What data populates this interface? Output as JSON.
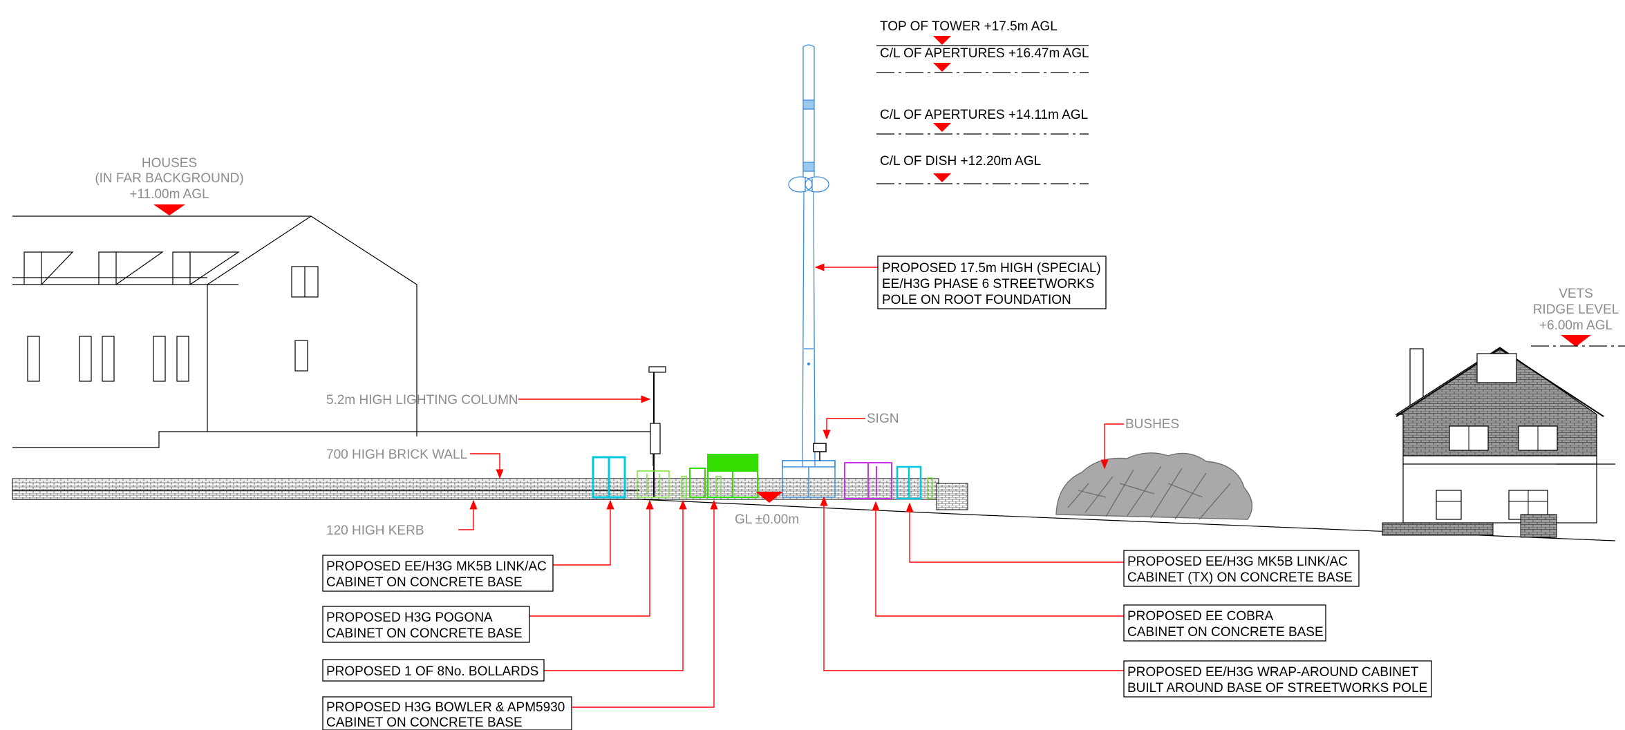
{
  "levels": {
    "top_of_tower": "TOP OF TOWER +17.5m AGL",
    "apertures_upper": "C/L OF APERTURES +16.47m AGL",
    "apertures_lower": "C/L OF APERTURES +14.11m AGL",
    "dish": "C/L OF DISH +12.20m AGL",
    "ground": "GL ±0.00m"
  },
  "houses": {
    "line1": "HOUSES",
    "line2": "(IN FAR BACKGROUND)",
    "line3": "+11.00m AGL"
  },
  "vets": {
    "line1": "VETS",
    "line2": "RIDGE LEVEL",
    "line3": "+6.00m AGL"
  },
  "labels": {
    "lighting_column": "5.2m HIGH LIGHTING COLUMN",
    "brick_wall": "700 HIGH BRICK WALL",
    "kerb": "120 HIGH KERB",
    "sign": "SIGN",
    "bushes": "BUSHES"
  },
  "pole_callout": [
    "PROPOSED 17.5m HIGH (SPECIAL)",
    "EE/H3G PHASE 6 STREETWORKS",
    "POLE ON ROOT FOUNDATION"
  ],
  "left_callouts": [
    {
      "lines": [
        "PROPOSED EE/H3G MK5B LINK/AC",
        "CABINET ON CONCRETE BASE"
      ]
    },
    {
      "lines": [
        "PROPOSED H3G POGONA",
        "CABINET ON CONCRETE BASE"
      ]
    },
    {
      "lines": [
        "PROPOSED 1 OF 8No. BOLLARDS"
      ]
    },
    {
      "lines": [
        "PROPOSED H3G BOWLER & APM5930",
        "CABINET ON CONCRETE BASE"
      ]
    }
  ],
  "right_callouts": [
    {
      "lines": [
        "PROPOSED EE/H3G MK5B LINK/AC",
        "CABINET (TX) ON CONCRETE BASE"
      ]
    },
    {
      "lines": [
        "PROPOSED EE COBRA",
        "CABINET ON CONCRETE BASE"
      ]
    },
    {
      "lines": [
        "PROPOSED EE/H3G WRAP-AROUND CABINET",
        "BUILT AROUND BASE OF STREETWORKS POLE"
      ]
    }
  ],
  "colors": {
    "leader": "#ff0000",
    "pole": "#3a8dde",
    "cyan_cabinet": "#00c8e0",
    "green_cabinet": "#33dd00",
    "light_green_cabinet": "#7ae03c",
    "magenta_cabinet": "#cc33ee",
    "label_grey": "#8c8c8c"
  }
}
